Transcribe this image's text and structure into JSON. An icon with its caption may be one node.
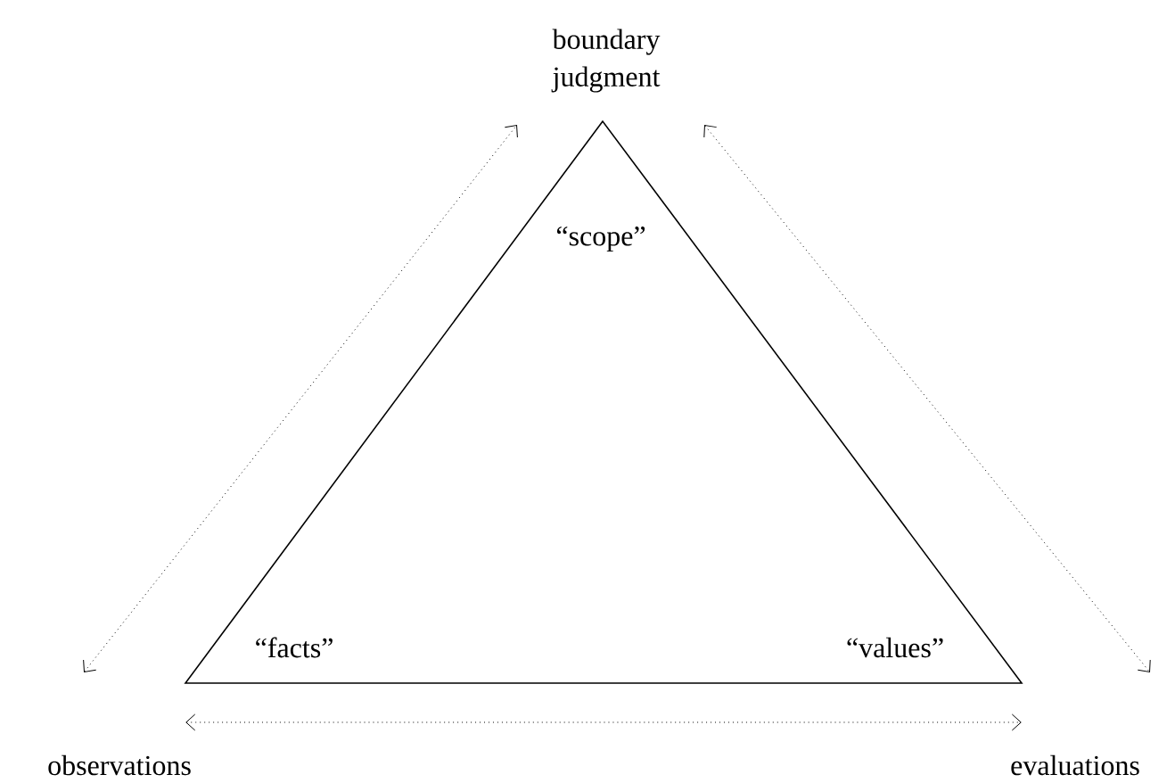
{
  "diagram": {
    "nodes": [
      {
        "text": [
          "boundary judgment"
        ]
      },
      {
        "text": [
          "“scope”",
          "“facts”",
          "“values”"
        ]
      },
      {
        "text": [
          "observations"
        ]
      },
      {
        "text": [
          "evaluations"
        ]
      }
    ],
    "edges": [
      {
        "from": 2,
        "to": 0,
        "arrow": "both"
      },
      {
        "from": 0,
        "to": 3,
        "arrow": "both"
      },
      {
        "from": 2,
        "to": 3,
        "arrow": "both"
      }
    ]
  }
}
